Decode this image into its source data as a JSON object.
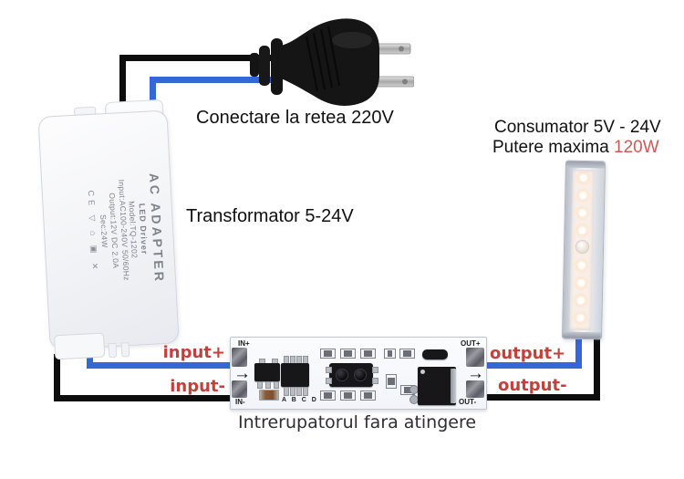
{
  "diagram": {
    "captions": {
      "mains": "Conectare la retea 220V",
      "transformer": "Transformator 5-24V",
      "consumer_line1": "Consumator 5V - 24V",
      "consumer_line2_prefix": "Putere maxima ",
      "consumer_power": "120W",
      "switch": "Intrerupatorul fara atingere"
    },
    "wire_labels": {
      "input_plus": "input+",
      "input_minus": "input-",
      "output_plus": "output+",
      "output_minus": "output-"
    },
    "board": {
      "in_plus": "IN+",
      "in_minus": "IN-",
      "out_plus": "OUT+",
      "out_minus": "OUT-",
      "pins": "A B C D",
      "arrow": "→"
    },
    "adapter": {
      "lines": [
        "AC ADAPTER",
        "LED Driver",
        "Model:TQ-1202",
        "Input:AC100-240V 50/60Hz",
        "Output:12V DC 2.0A",
        "Sec:24W"
      ],
      "cert_icons": "CE ▽ ⌂ ▣ ✕"
    },
    "colors": {
      "wire_blue": "#3468d6",
      "wire_black": "#0d0d0d",
      "label_red": "#c4403a",
      "power_red": "#cf5a55"
    }
  }
}
